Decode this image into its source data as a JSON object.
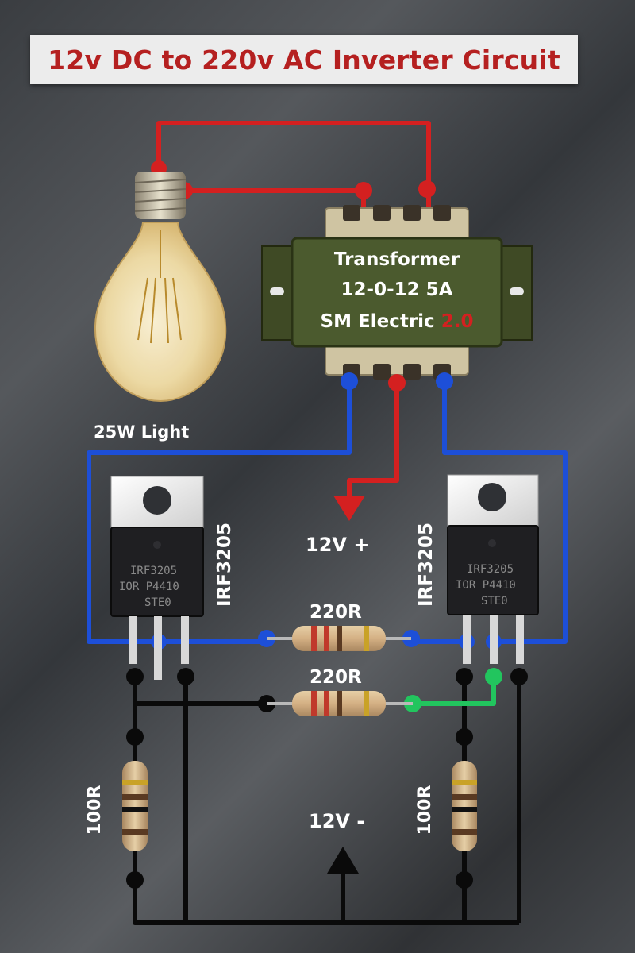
{
  "title": "12v DC to 220v AC Inverter Circuit",
  "transformer": {
    "line1": "Transformer",
    "line2": "12-0-12 5A",
    "brand": "SM Electric",
    "version": "2.0"
  },
  "bulb_label": "25W Light",
  "supply": {
    "positive": "12V +",
    "negative": "12V -"
  },
  "mosfet_left": {
    "label": "IRF3205",
    "marking_line1": "IRF3205",
    "marking_line2": "IOR P4410",
    "marking_line3": "STE0"
  },
  "mosfet_right": {
    "label": "IRF3205",
    "marking_line1": "IRF3205",
    "marking_line2": "IOR P4410",
    "marking_line3": "STE0"
  },
  "resistors": {
    "top": "220R",
    "middle": "220R",
    "left": "100R",
    "right": "100R"
  },
  "colors": {
    "title_text": "#b52020",
    "positive_wire": "#d42020",
    "coil_wire": "#1d4fd8",
    "ground_wire": "#0a0a0a",
    "gate_wire": "#22c55e",
    "transformer_body": "#4b5a2e"
  }
}
